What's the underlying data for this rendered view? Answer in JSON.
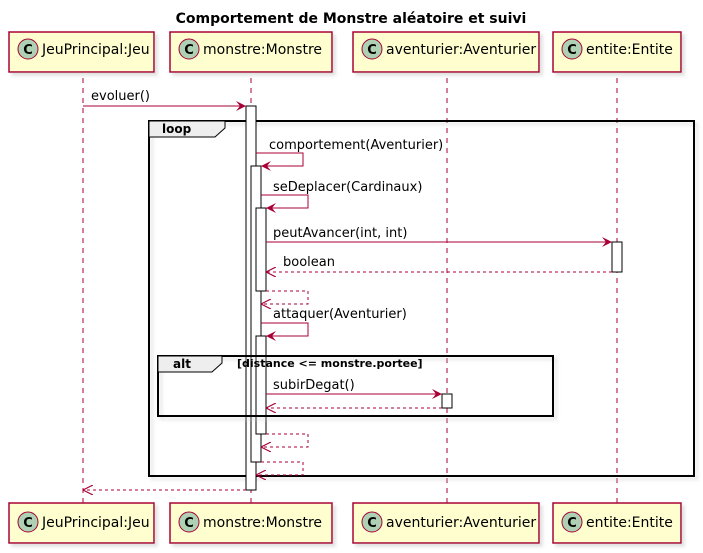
{
  "diagram": {
    "title": "Comportement de Monstre aléatoire et suivi",
    "participants": [
      {
        "id": "jeu",
        "label": "JeuPrincipal:Jeu",
        "stereotype": "C"
      },
      {
        "id": "monstre",
        "label": "monstre:Monstre",
        "stereotype": "C"
      },
      {
        "id": "aventurier",
        "label": "aventurier:Aventurier",
        "stereotype": "C"
      },
      {
        "id": "entite",
        "label": "entite:Entite",
        "stereotype": "C"
      }
    ],
    "messages": [
      {
        "label": "evoluer()"
      },
      {
        "label": "comportement(Aventurier)"
      },
      {
        "label": "seDeplacer(Cardinaux)"
      },
      {
        "label": "peutAvancer(int, int)"
      },
      {
        "label": "boolean"
      },
      {
        "label": "attaquer(Aventurier)"
      },
      {
        "label": "subirDegat()"
      }
    ],
    "fragments": {
      "loop": {
        "label": "loop"
      },
      "alt": {
        "label": "alt",
        "guard": "[distance <= monstre.portee]"
      }
    },
    "colors": {
      "participant_fill": "#FEFECE",
      "participant_border": "#A80036",
      "arrow": "#A80036",
      "circle_fill": "#ADD1B2",
      "fragment_header": "#EEEEEE"
    }
  }
}
